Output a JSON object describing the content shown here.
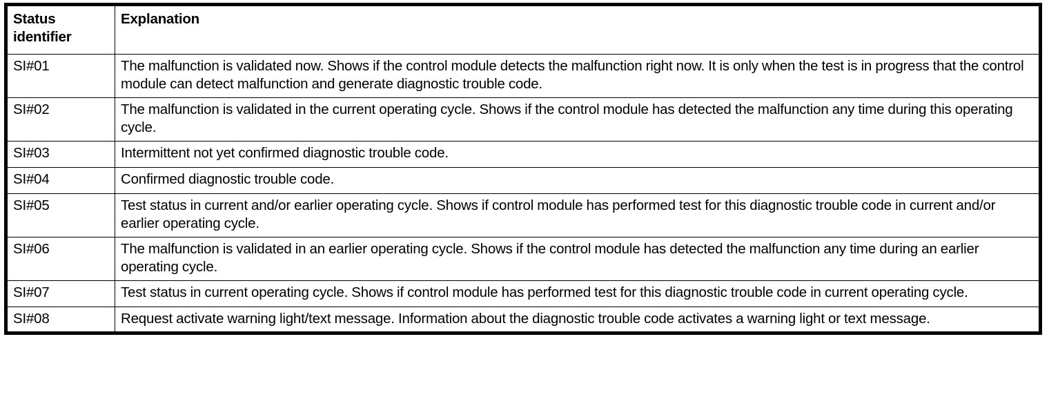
{
  "table": {
    "columns": [
      {
        "key": "status_identifier",
        "header_line1": "Status",
        "header_line2": "identifier"
      },
      {
        "key": "explanation",
        "header": "Explanation"
      }
    ],
    "rows": [
      {
        "id": "SI#01",
        "explanation": "The malfunction is validated now. Shows if the control module detects the malfunction right now. It is only when the test is in progress that the control module can detect malfunction and generate diagnostic trouble code."
      },
      {
        "id": "SI#02",
        "explanation": "The malfunction is validated in the current operating cycle. Shows if the control module has detected the malfunction any time during this operating cycle."
      },
      {
        "id": "SI#03",
        "explanation": "Intermittent not yet confirmed diagnostic trouble code."
      },
      {
        "id": "SI#04",
        "explanation": "Confirmed diagnostic trouble code."
      },
      {
        "id": "SI#05",
        "explanation": "Test status in current and/or earlier operating cycle. Shows if control module has performed test for this diagnostic trouble code in current and/or earlier operating cycle."
      },
      {
        "id": "SI#06",
        "explanation": "The malfunction is validated in an earlier operating cycle. Shows if the control module has detected the malfunction any time during an earlier operating cycle."
      },
      {
        "id": "SI#07",
        "explanation": "Test status in current operating cycle. Shows if control module has performed test for this diagnostic trouble code in current operating cycle."
      },
      {
        "id": "SI#08",
        "explanation": "Request activate warning light/text message. Information about the diagnostic trouble code activates a warning light or text message."
      }
    ]
  },
  "colors": {
    "border": "#000000",
    "text": "#000000",
    "background": "#ffffff"
  }
}
